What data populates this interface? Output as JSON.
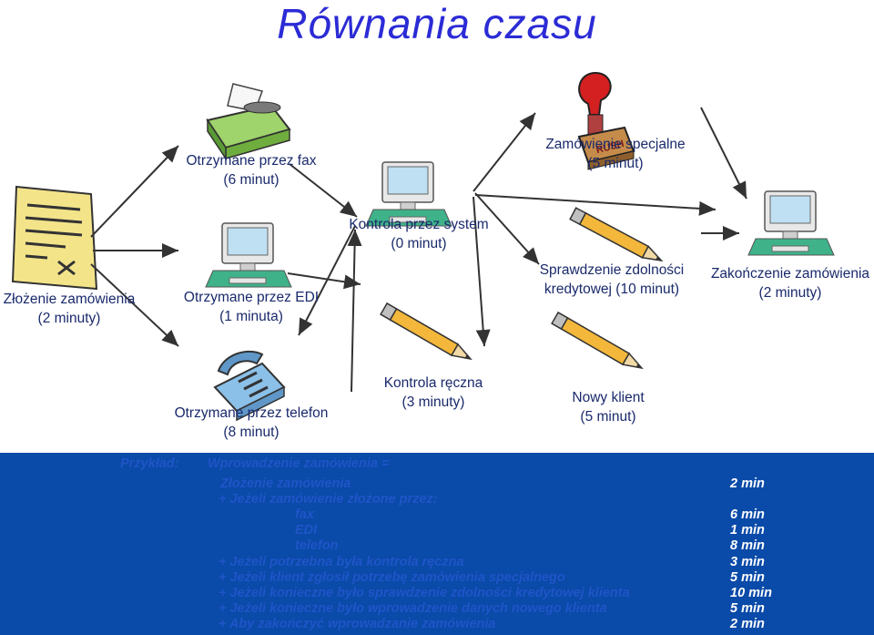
{
  "title": "Równania czasu",
  "nodes": {
    "fax": [
      "Otrzymane przez fax",
      "(6 minut)"
    ],
    "zlozenie": [
      "Złożenie zamówienia",
      "(2 minuty)"
    ],
    "edi": [
      "Otrzymane przez EDI",
      "(1 minuta)"
    ],
    "kontrola_system": [
      "Kontrola przez system",
      "(0 minut)"
    ],
    "specjalne": [
      "Zamówienie specjalne",
      "(5 minut)"
    ],
    "zdolnosc": [
      "Sprawdzenie zdolności",
      "kredytowej (10 minut)"
    ],
    "zakonczenie": [
      "Zakończenie zamówienia",
      "(2 minuty)"
    ],
    "telefon": [
      "Otrzymane przez telefon",
      "(8 minut)"
    ],
    "kontrola_reczna": [
      "Kontrola ręczna",
      "(3 minuty)"
    ],
    "nowy_klient": [
      "Nowy klient",
      "(5 minut)"
    ]
  },
  "example": {
    "label": "Przykład:",
    "heading": "Wprowadzenie zamówienia =",
    "rows": [
      {
        "text": "Złożenie zamówienia",
        "value": "2 min"
      },
      {
        "text": "+  Jeżeli zamówienie złożone przez:",
        "value": ""
      },
      {
        "text": "fax",
        "value": "6 min"
      },
      {
        "text": "EDI",
        "value": "1 min"
      },
      {
        "text": "telefon",
        "value": "8 min"
      },
      {
        "text": "+  Jeżeli potrzebna była kontrola ręczna",
        "value": "3 min"
      },
      {
        "text": "+  Jeżeli klient zgłosił potrzebę zamówienia specjalnego",
        "value": "5 min"
      },
      {
        "text": "+  Jeżeli konieczne było sprawdzenie zdolności kredytowej klienta",
        "value": "10 min"
      },
      {
        "text": "+  Jeżeli konieczne było wprowadzenie danych nowego klienta",
        "value": "5 min"
      },
      {
        "text": "+  Aby zakończyć wprowadzanie zamówienia",
        "value": "2 min"
      }
    ]
  },
  "colors": {
    "title": "#2b2bd6",
    "panel": "#0a4aa8",
    "panel_text": "#1f55c8",
    "value_text": "#ffffff",
    "label_text": "#1a2a6c"
  }
}
